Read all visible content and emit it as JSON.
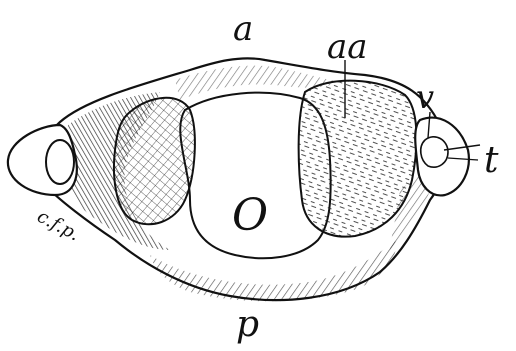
{
  "figure": {
    "labels": {
      "anterior": "a",
      "anterior_articular": "aa",
      "vertebrarterial": "v",
      "transverse": "t",
      "foramen": "O",
      "costal": "c.f.p.",
      "posterior": "p"
    },
    "colors": {
      "ink": "#111111",
      "paper": "#ffffff"
    }
  }
}
